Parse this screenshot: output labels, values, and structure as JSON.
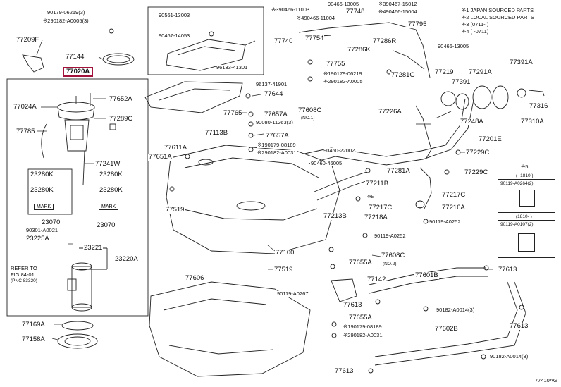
{
  "diagram": {
    "highlight_part": "77020A",
    "figure_code": "77410AG",
    "legend": {
      "items": [
        "※1 JAPAN SOURCED PARTS",
        "※2 LOCAL SOURCED PARTS",
        "※3 (0711-     )",
        "※4 (     -0711)"
      ]
    },
    "note_box": {
      "title": "※5",
      "rows": [
        {
          "period": "(   -1810   )",
          "part": "90119-A0264(2)"
        },
        {
          "period": "(1810-   )",
          "part": "90119-A0107(2)"
        }
      ]
    },
    "left_panel": {
      "refer_to": "REFER TO",
      "fig": "FIG 84-01",
      "pnc": "(PNC 83320)",
      "mark": "MARK"
    },
    "labels": [
      {
        "id": "l1",
        "text": "90179-06219(3)"
      },
      {
        "id": "l2",
        "text": "※290182-A0005(3)"
      },
      {
        "id": "l3",
        "text": "77209F"
      },
      {
        "id": "l4",
        "text": "77144"
      },
      {
        "id": "l5",
        "text": "77020A"
      },
      {
        "id": "l6",
        "text": "77024A"
      },
      {
        "id": "l7",
        "text": "77652A"
      },
      {
        "id": "l8",
        "text": "77289C"
      },
      {
        "id": "l9",
        "text": "77785"
      },
      {
        "id": "l10",
        "text": "77241W"
      },
      {
        "id": "l11",
        "text": "23280K"
      },
      {
        "id": "l12",
        "text": "23280K"
      },
      {
        "id": "l13",
        "text": "23280K"
      },
      {
        "id": "l14",
        "text": "23280K"
      },
      {
        "id": "l15",
        "text": "23070"
      },
      {
        "id": "l16",
        "text": "23070"
      },
      {
        "id": "l17",
        "text": "90301-A0021"
      },
      {
        "id": "l18",
        "text": "23225A"
      },
      {
        "id": "l19",
        "text": "23221"
      },
      {
        "id": "l20",
        "text": "23220A"
      },
      {
        "id": "l21",
        "text": "77169A"
      },
      {
        "id": "l22",
        "text": "77158A"
      },
      {
        "id": "l23",
        "text": "90561-13003"
      },
      {
        "id": "l24",
        "text": "90467-14053"
      },
      {
        "id": "l25",
        "text": "96133-41301"
      },
      {
        "id": "l26",
        "text": "77740"
      },
      {
        "id": "l27",
        "text": "96137-41901"
      },
      {
        "id": "l28",
        "text": "77644"
      },
      {
        "id": "l29",
        "text": "77765"
      },
      {
        "id": "l30",
        "text": "77657A"
      },
      {
        "id": "l31",
        "text": "77608C"
      },
      {
        "id": "l32",
        "text": "(NO.1)"
      },
      {
        "id": "l33",
        "text": "90080-11263(3)"
      },
      {
        "id": "l34",
        "text": "77113B"
      },
      {
        "id": "l35",
        "text": "77657A"
      },
      {
        "id": "l36",
        "text": "77611A"
      },
      {
        "id": "l37",
        "text": "77651A"
      },
      {
        "id": "l38",
        "text": "※190179-08189"
      },
      {
        "id": "l39",
        "text": "※290182-A0031"
      },
      {
        "id": "l40",
        "text": "77519"
      },
      {
        "id": "l41",
        "text": "77100"
      },
      {
        "id": "l42",
        "text": "77519"
      },
      {
        "id": "l43",
        "text": "77606"
      },
      {
        "id": "l44",
        "text": "※390466-11003"
      },
      {
        "id": "l45",
        "text": "90466-13005"
      },
      {
        "id": "l46",
        "text": "77748"
      },
      {
        "id": "l47",
        "text": "※390467-15012"
      },
      {
        "id": "l48",
        "text": "※490466-11004"
      },
      {
        "id": "l49",
        "text": "※490466-15004"
      },
      {
        "id": "l50",
        "text": "77795"
      },
      {
        "id": "l51",
        "text": "77754"
      },
      {
        "id": "l52",
        "text": "77286K"
      },
      {
        "id": "l53",
        "text": "77286R"
      },
      {
        "id": "l54",
        "text": "90466-13005"
      },
      {
        "id": "l55",
        "text": "77755"
      },
      {
        "id": "l56",
        "text": "※190179-06219"
      },
      {
        "id": "l57",
        "text": "※290182-A0005"
      },
      {
        "id": "l58",
        "text": "77281G"
      },
      {
        "id": "l59",
        "text": "77219"
      },
      {
        "id": "l60",
        "text": "77291A"
      },
      {
        "id": "l61",
        "text": "77391A"
      },
      {
        "id": "l62",
        "text": "77391"
      },
      {
        "id": "l63",
        "text": "77316"
      },
      {
        "id": "l64",
        "text": "77310A"
      },
      {
        "id": "l65",
        "text": "77226A"
      },
      {
        "id": "l66",
        "text": "77248A"
      },
      {
        "id": "l67",
        "text": "77201E"
      },
      {
        "id": "l68",
        "text": "77229C"
      },
      {
        "id": "l69",
        "text": "90460-22002"
      },
      {
        "id": "l70",
        "text": "90460-46005"
      },
      {
        "id": "l71",
        "text": "77281A"
      },
      {
        "id": "l72",
        "text": "77229C"
      },
      {
        "id": "l73",
        "text": "77211B"
      },
      {
        "id": "l74",
        "text": "77217C"
      },
      {
        "id": "l75",
        "text": "※5"
      },
      {
        "id": "l76",
        "text": "77216A"
      },
      {
        "id": "l77",
        "text": "77217C"
      },
      {
        "id": "l78",
        "text": "77213B"
      },
      {
        "id": "l79",
        "text": "77218A"
      },
      {
        "id": "l80",
        "text": "90119-A0252"
      },
      {
        "id": "l81",
        "text": "90119-A0252"
      },
      {
        "id": "l82",
        "text": "77608C"
      },
      {
        "id": "l83",
        "text": "(NO.2)"
      },
      {
        "id": "l84",
        "text": "77655A"
      },
      {
        "id": "l85",
        "text": "77601B"
      },
      {
        "id": "l86",
        "text": "77613"
      },
      {
        "id": "l87",
        "text": "77142"
      },
      {
        "id": "l88",
        "text": "90119-A0267"
      },
      {
        "id": "l89",
        "text": "77613"
      },
      {
        "id": "l90",
        "text": "90182-A0014(3)"
      },
      {
        "id": "l91",
        "text": "77613"
      },
      {
        "id": "l92",
        "text": "77655A"
      },
      {
        "id": "l93",
        "text": "※190179-08189"
      },
      {
        "id": "l94",
        "text": "※290182-A0031"
      },
      {
        "id": "l95",
        "text": "77602B"
      },
      {
        "id": "l96",
        "text": "90182-A0014(3)"
      },
      {
        "id": "l97",
        "text": "77613"
      }
    ]
  }
}
